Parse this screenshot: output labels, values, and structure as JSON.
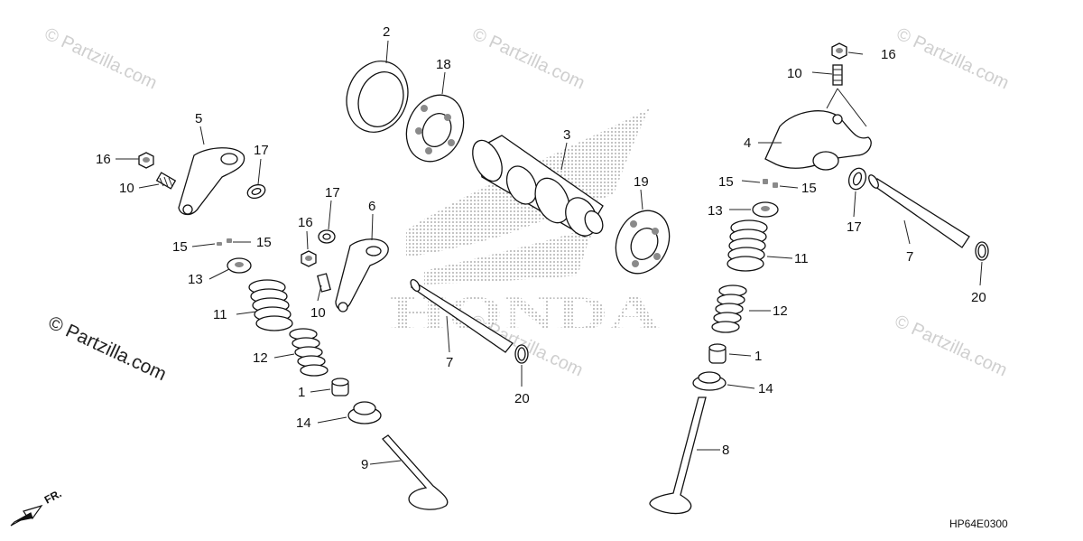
{
  "watermark": "© Partzilla.com",
  "diagram_code": "HP64E0300",
  "front_arrow": "FR.",
  "brand_mark": "HONDA",
  "callouts": {
    "c1a": "1",
    "c1b": "1",
    "c2": "2",
    "c3": "3",
    "c4": "4",
    "c5": "5",
    "c6": "6",
    "c7a": "7",
    "c7b": "7",
    "c8": "8",
    "c9": "9",
    "c10a": "10",
    "c10b": "10",
    "c10c": "10",
    "c11a": "11",
    "c11b": "11",
    "c12a": "12",
    "c12b": "12",
    "c13a": "13",
    "c13b": "13",
    "c14a": "14",
    "c14b": "14",
    "c15a": "15",
    "c15b": "15",
    "c15c": "15",
    "c15d": "15",
    "c16a": "16",
    "c16b": "16",
    "c16c": "16",
    "c17a": "17",
    "c17b": "17",
    "c17c": "17",
    "c18": "18",
    "c19": "19",
    "c20a": "20",
    "c20b": "20"
  }
}
